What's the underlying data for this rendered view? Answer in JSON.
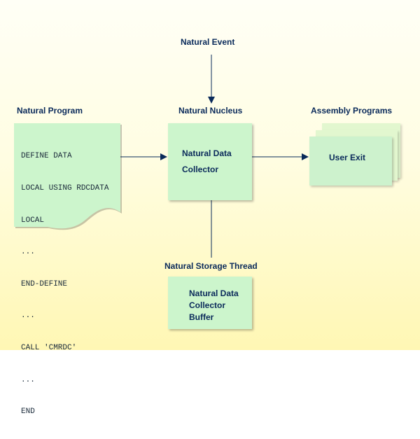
{
  "diagram": {
    "natural_event": "Natural Event",
    "natural_program": {
      "title": "Natural Program",
      "code_lines": [
        "DEFINE DATA",
        "LOCAL USING RDCDATA",
        "LOCAL",
        "...",
        "END-DEFINE",
        "...",
        "CALL 'CMRDC'",
        "...",
        "END"
      ]
    },
    "natural_nucleus": {
      "title": "Natural Nucleus",
      "box_line1": "Natural Data",
      "box_line2": "Collector"
    },
    "assembly_programs": {
      "title": "Assembly Programs",
      "box_label": "User Exit"
    },
    "storage_thread": {
      "title": "Natural Storage Thread",
      "box_line1": "Natural Data",
      "box_line2": "Collector",
      "box_line3": "Buffer"
    }
  }
}
